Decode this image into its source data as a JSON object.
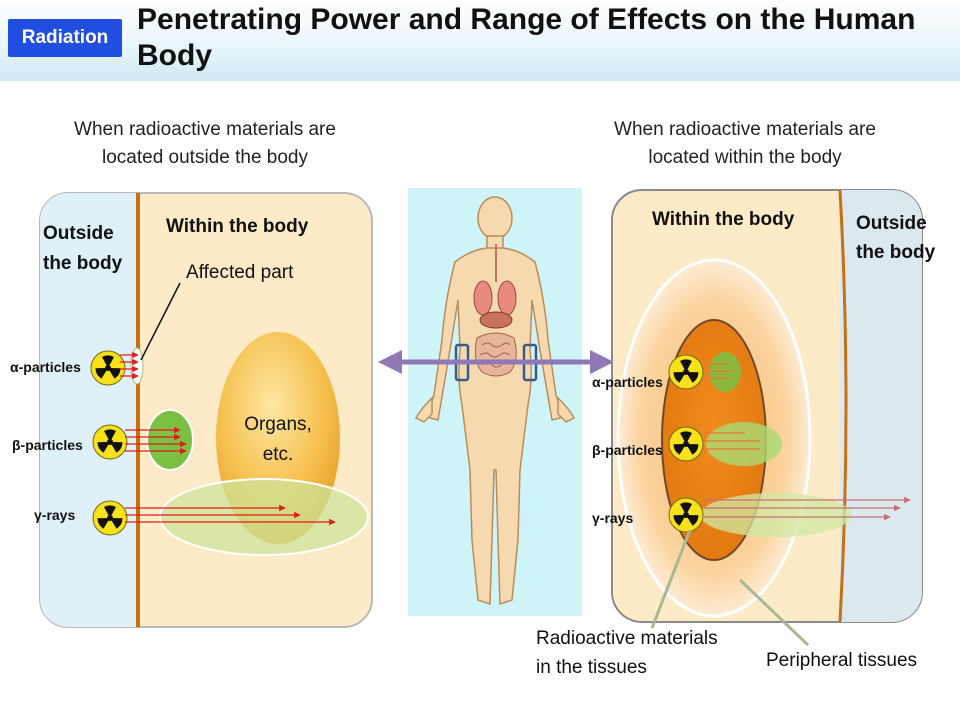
{
  "header": {
    "badge": "Radiation",
    "title": "Penetrating Power and Range of Effects on the Human Body"
  },
  "left_panel": {
    "caption_line1": "When radioactive materials are",
    "caption_line2": "located outside the body",
    "outside_label_line1": "Outside",
    "outside_label_line2": "the body",
    "within_label": "Within the body",
    "affected_part": "Affected part",
    "organs_line1": "Organs,",
    "organs_line2": "etc.",
    "alpha": "α-particles",
    "beta": "β-particles",
    "gamma": "γ-rays"
  },
  "right_panel": {
    "caption_line1": "When radioactive materials are",
    "caption_line2": "located within the body",
    "within_label": "Within the body",
    "outside_label_line1": "Outside",
    "outside_label_line2": "the body",
    "alpha": "α-particles",
    "beta": "β-particles",
    "gamma": "γ-rays",
    "radioactive_tissues_line1": "Radioactive materials",
    "radioactive_tissues_line2": "in the tissues",
    "peripheral_tissues": "Peripheral tissues"
  },
  "colors": {
    "badge": "#1f4ee0",
    "outside_body": "#dff0f8",
    "within_body": "#fdebc8",
    "body_edge": "#c86f14",
    "arrow": "#e21b1b",
    "trefoil": "#f7e21a",
    "organ": "#f4b63c",
    "beta_range": "#7bc043",
    "gamma_range": "#cde49a",
    "center_figure_bg": "#cff4f8"
  }
}
